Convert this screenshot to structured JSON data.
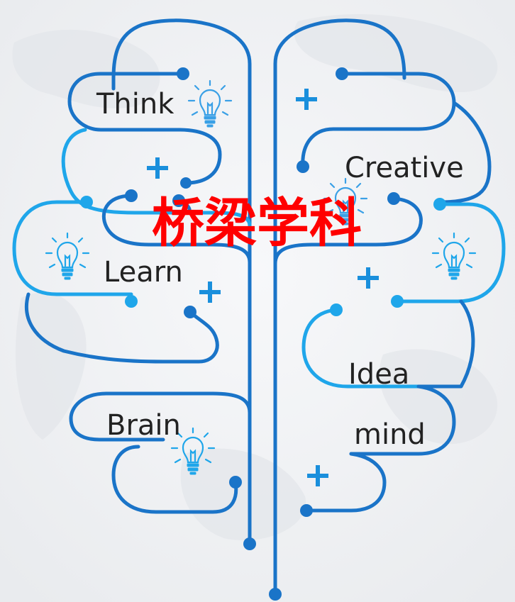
{
  "words": {
    "think": "Think",
    "creative": "Creative",
    "learn": "Learn",
    "idea": "Idea",
    "brain": "Brain",
    "mind": "mind"
  },
  "overlay_title": "桥梁学科",
  "colors": {
    "background": "#f3f4f6",
    "dark_blue": "#1a74c8",
    "light_blue": "#1fa6ea",
    "title_red": "#ff0000",
    "word_text": "#222222"
  },
  "icons": [
    "lightbulb-icon",
    "plus-icon"
  ]
}
